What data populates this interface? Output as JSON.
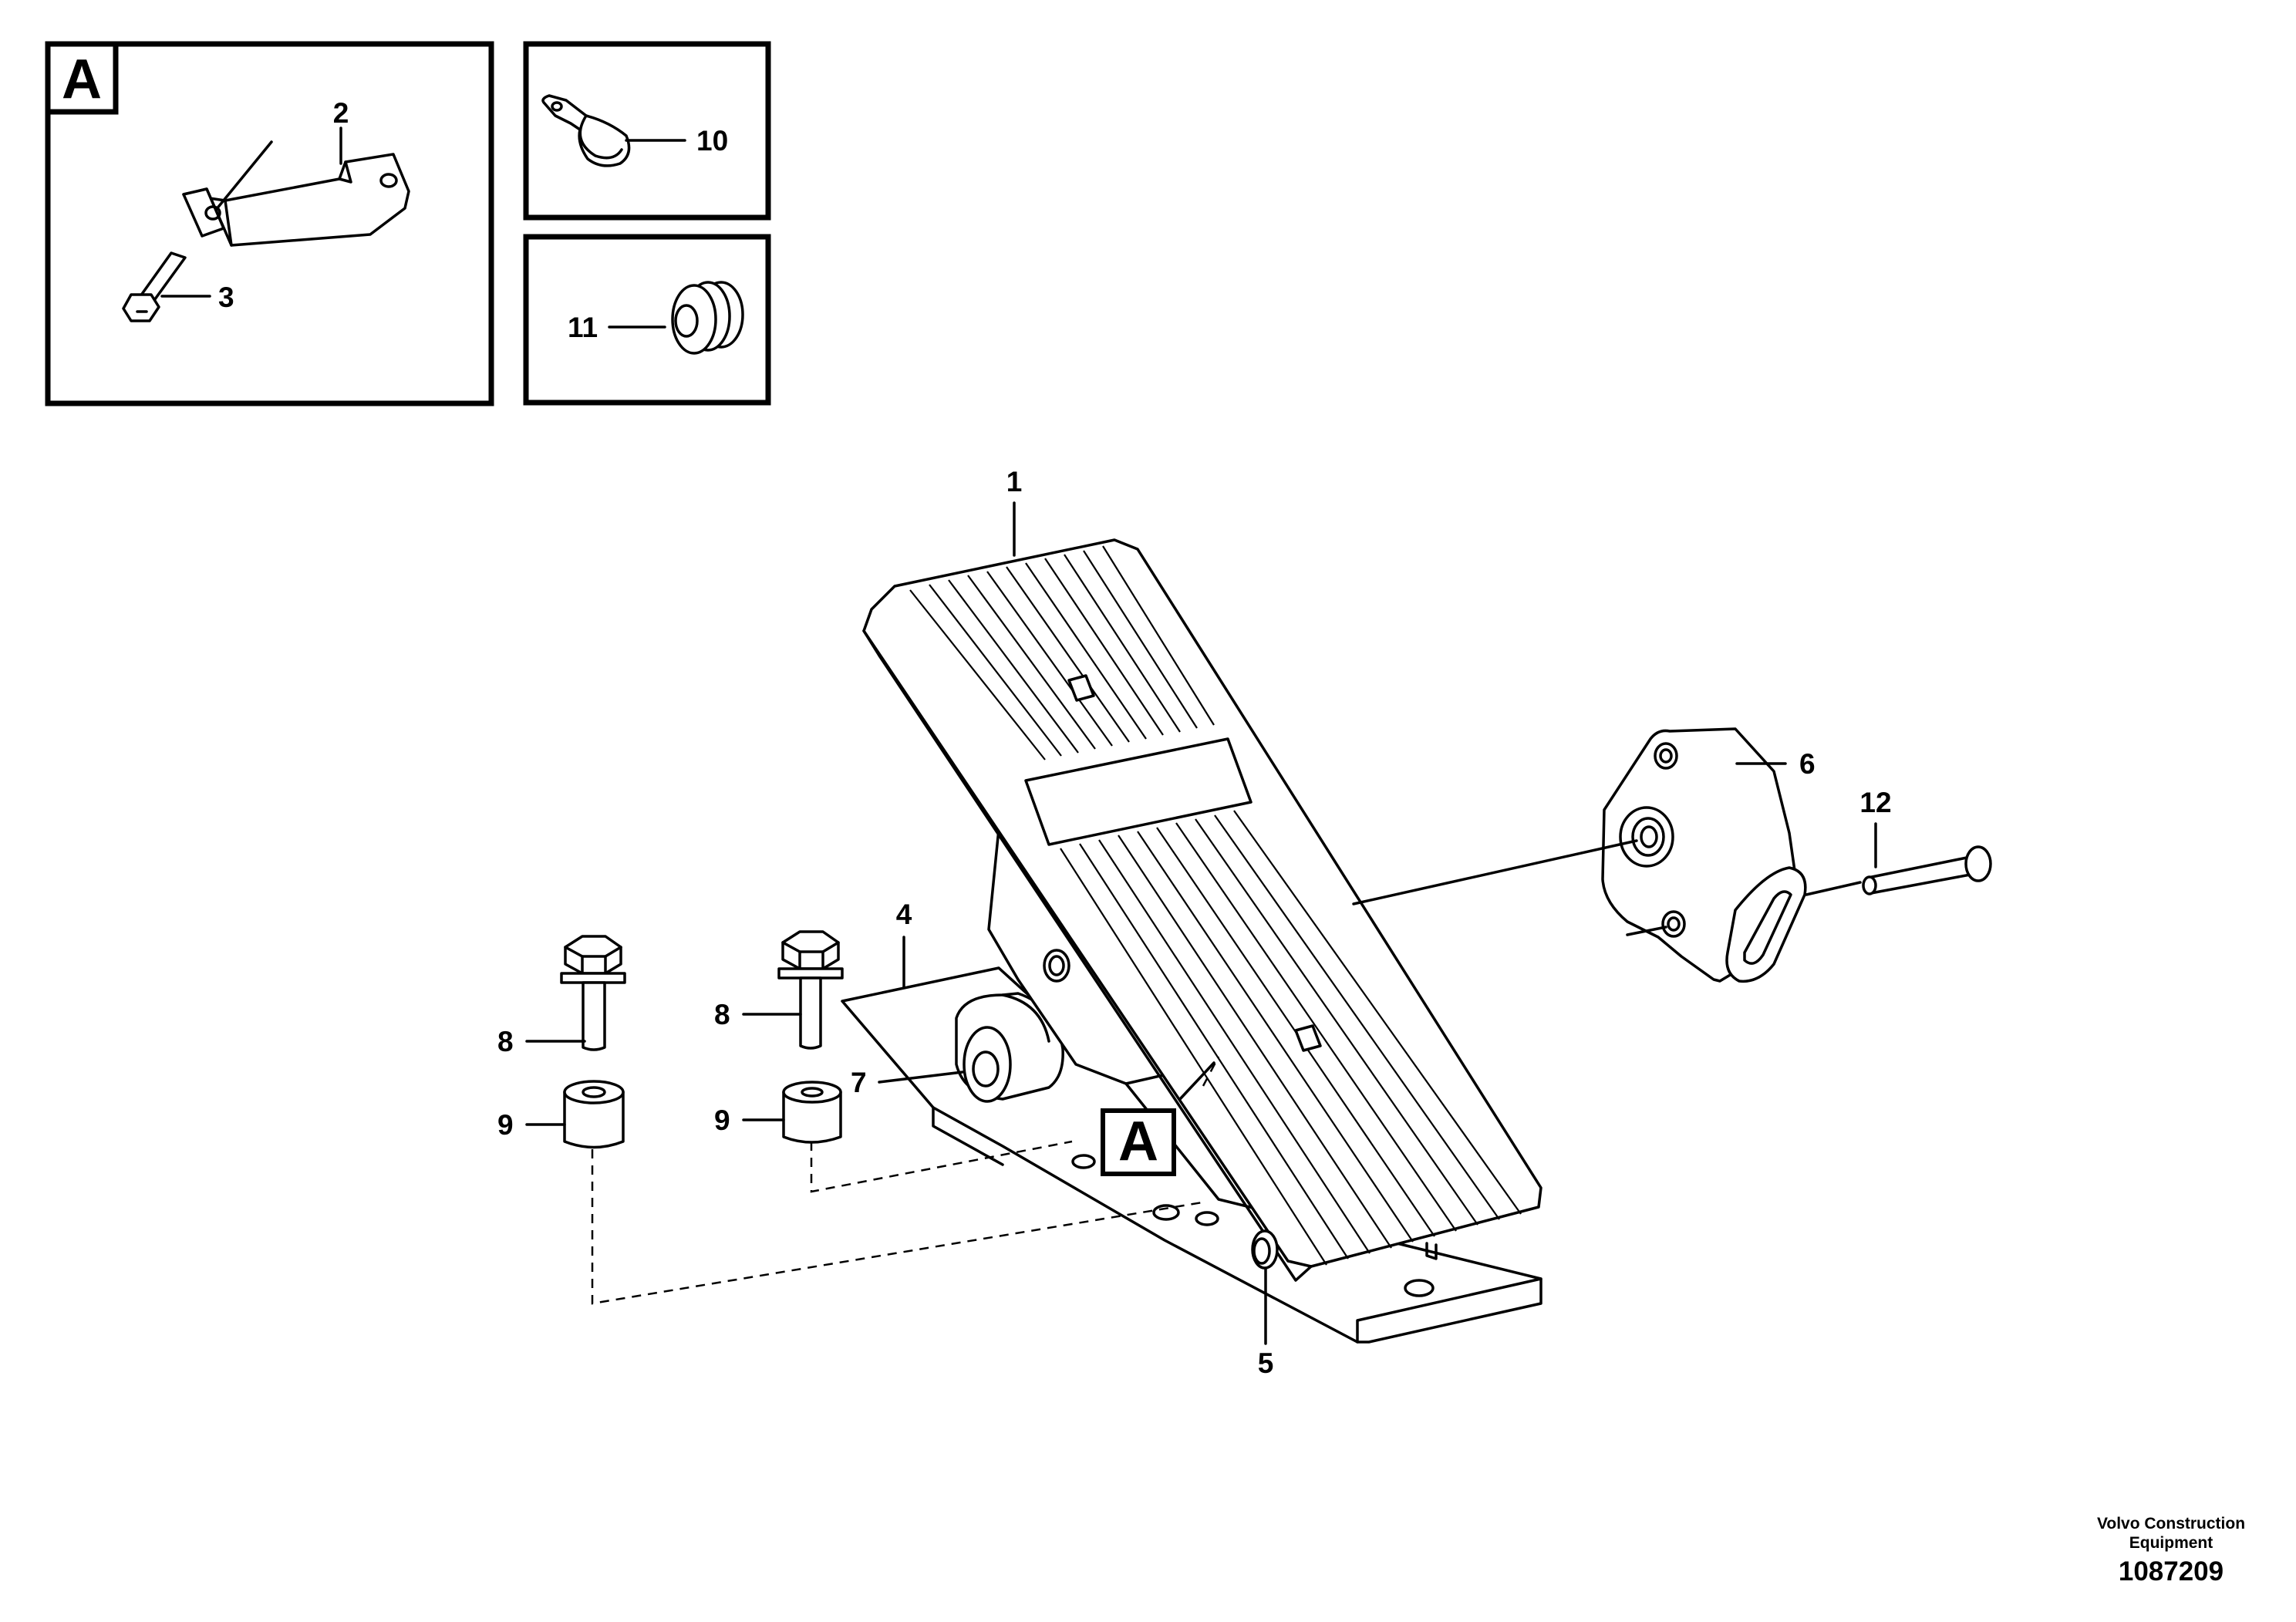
{
  "detail_label": "A",
  "callouts": [
    "1",
    "2",
    "3",
    "4",
    "5",
    "6",
    "7",
    "8",
    "8",
    "9",
    "9",
    "10",
    "11",
    "12"
  ],
  "footer": {
    "company_line1": "Volvo Construction",
    "company_line2": "Equipment",
    "drawing_number": "1087209"
  }
}
